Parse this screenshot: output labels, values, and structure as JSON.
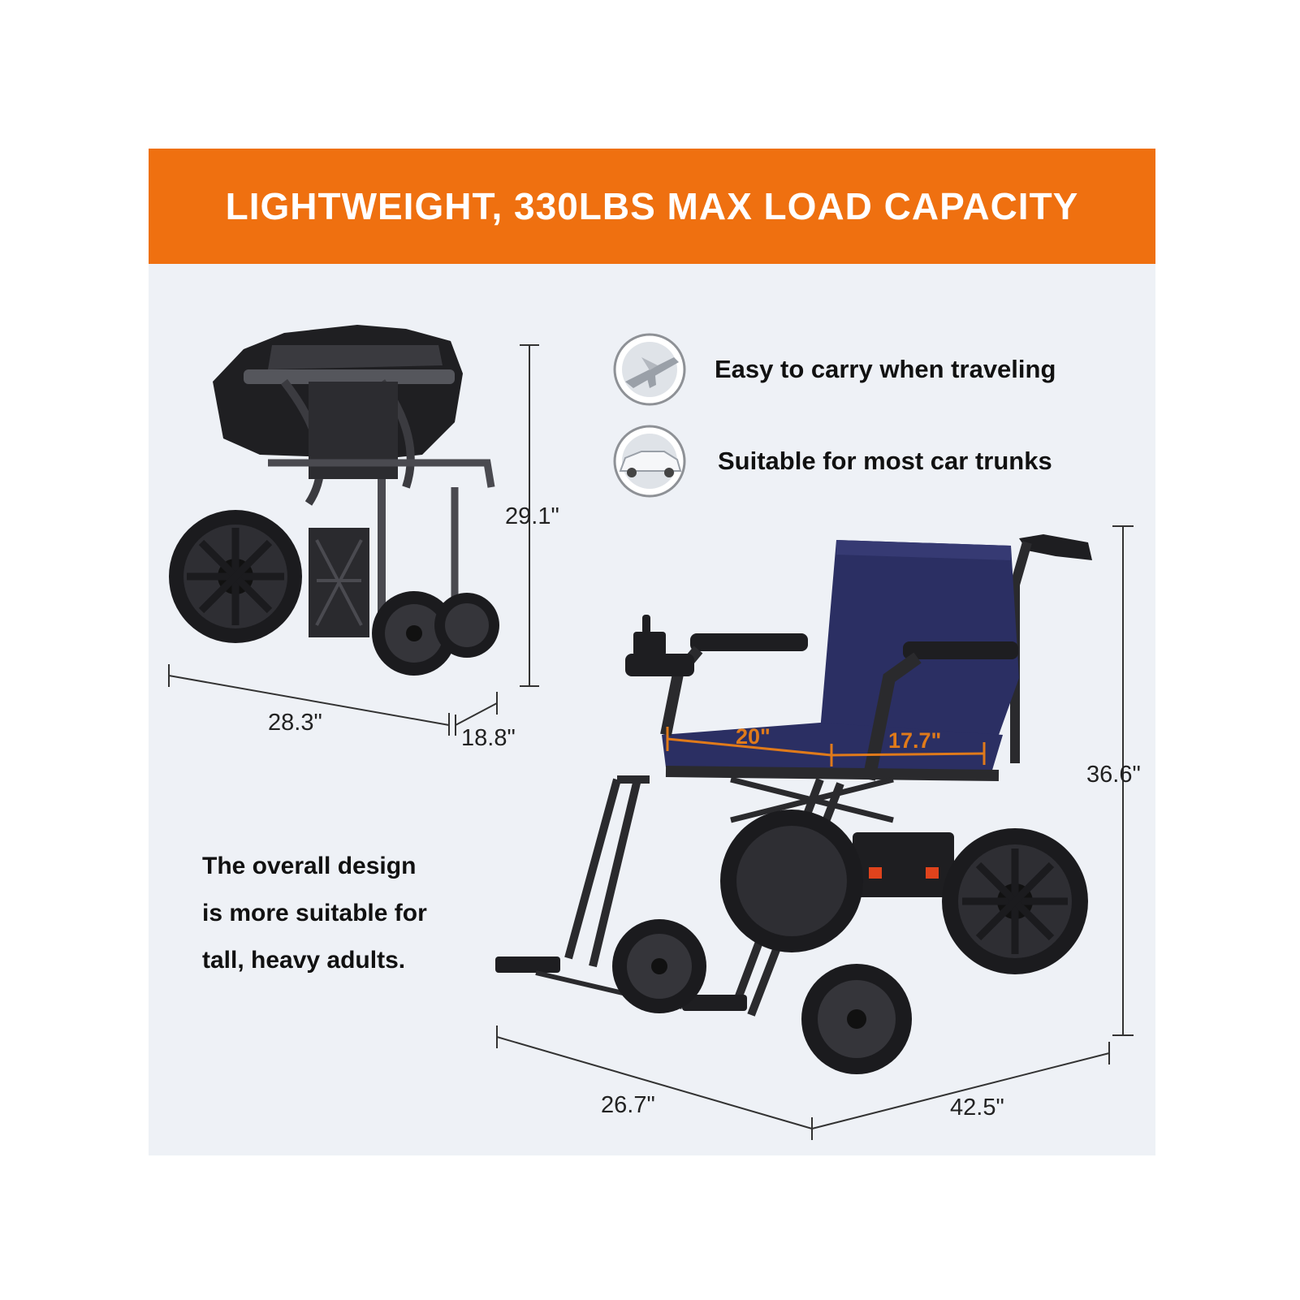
{
  "banner": {
    "title": "LIGHTWEIGHT, 330LBS MAX LOAD CAPACITY"
  },
  "features": [
    {
      "icon": "airplane-icon",
      "text": "Easy to carry when traveling"
    },
    {
      "icon": "car-icon",
      "text": "Suitable for most car trunks"
    }
  ],
  "folded_dimensions": {
    "height": "29.1\"",
    "length": "28.3\"",
    "width": "18.8\""
  },
  "unfolded_dimensions": {
    "height": "36.6\"",
    "width": "26.7\"",
    "length": "42.5\""
  },
  "seat_dimensions": {
    "width": "20\"",
    "depth": "17.7\""
  },
  "description": {
    "lines": [
      "The overall design",
      "is more suitable for",
      "tall, heavy adults."
    ]
  },
  "colors": {
    "banner": "#ef7010",
    "panel": "#eef1f6",
    "seat": "#2b2f63",
    "frame": "#2a2a2d",
    "seat_dimension": "#e07a1a"
  }
}
